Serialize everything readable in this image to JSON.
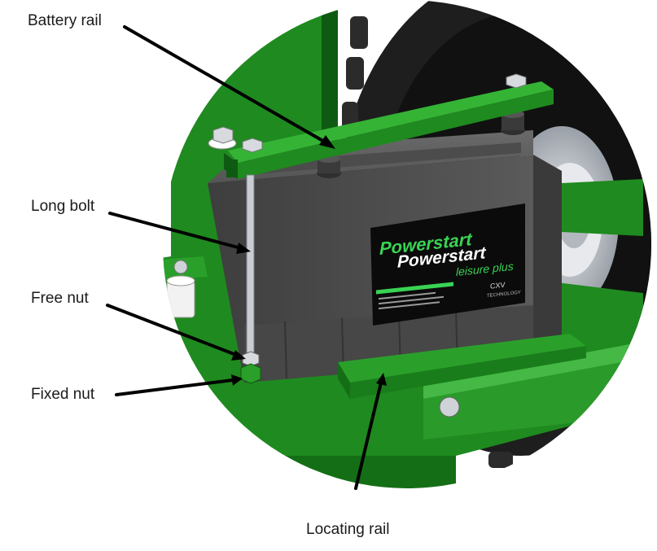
{
  "labels": {
    "battery_rail": "Battery rail",
    "long_bolt": "Long bolt",
    "free_nut": "Free nut",
    "fixed_nut": "Fixed nut",
    "locating_rail": "Locating rail"
  },
  "battery": {
    "brand_line1": "Powerstart",
    "brand_line2": "Powerstart",
    "series": "leisure plus",
    "technology": "CXV",
    "technology_sub": "TECHNOLOGY"
  },
  "colors": {
    "frame_green": "#1f8a1f",
    "frame_dark": "#0f5a12",
    "battery_body": "#4a4a4a",
    "battery_label": "#0b0b0b",
    "accent_green": "#39d353",
    "tyre": "#1e1e1e",
    "hub": "#c9ccd2"
  }
}
